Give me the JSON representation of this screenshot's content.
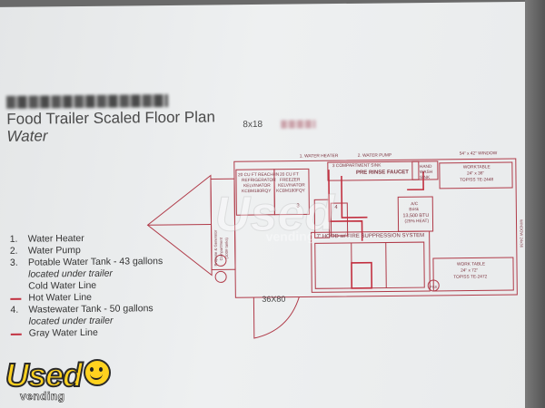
{
  "header": {
    "title": "Food Trailer Scaled Floor Plan",
    "subtitle": "Water",
    "dimensions": "8x18"
  },
  "legend": [
    {
      "num": "1.",
      "label": "Water Heater",
      "style": "plain"
    },
    {
      "num": "2.",
      "label": "Water Pump",
      "style": "plain"
    },
    {
      "num": "3.",
      "label": "Potable Water Tank - 43 gallons",
      "style": "plain"
    },
    {
      "num": "",
      "label": "located under trailer",
      "style": "italic"
    },
    {
      "num": "",
      "label": "Cold Water Line",
      "style": "indent"
    },
    {
      "num": "",
      "label": "Hot Water Line",
      "style": "swatch"
    },
    {
      "num": "4.",
      "label": "Wastewater Tank - 50 gallons",
      "style": "plain"
    },
    {
      "num": "",
      "label": "located under trailer",
      "style": "italic"
    },
    {
      "num": "",
      "label": "Gray Water Line",
      "style": "swatch"
    }
  ],
  "plan": {
    "label_water_heater": "1. WATER HEATER",
    "label_water_pump": "2. WATER PUMP",
    "label_window": "54\" x 42\" WINDOW",
    "label_compartment": "3 COMPARTMENT SINK",
    "label_prerinse": "PRE RINSE FAUCET",
    "label_hand": "HAND",
    "label_wash": "WASH",
    "label_sink": "SINK",
    "label_worktable": "WORKTABLE",
    "label_worktable_size": "24\" x 36\"",
    "label_worktable_model": "TOP/SS  TE-2448",
    "label_fridge_1": "20 CU FT REACH-IN",
    "label_fridge_2": "REFRIGERATOR",
    "label_fridge_3": "KELVINATOR",
    "label_fridge_4": "KCBM180RQY",
    "label_freezer_1": "20 CU FT",
    "label_freezer_2": "FREEZER",
    "label_freezer_3": "KELVINATOR",
    "label_freezer_4": "KCBM180FQY",
    "label_ac_1": "A/C",
    "label_ac_2": "Brisk",
    "label_ac_3": "13,500 BTU",
    "label_ac_4": "(25% HEAT)",
    "label_hood": "7' HOOD w/ FIRE SUPPRESSION SYSTEM",
    "label_work_table": "WORK TABLE",
    "label_work_table_size": "24\" x 72\"",
    "label_work_table_model": "TOP/SS  TE-2472",
    "label_propane_1": "Propane & Generator",
    "label_propane_2": "Compartment",
    "label_propane_3": "(100# tanks)",
    "label_door": "36X80",
    "label_tank3": "3",
    "label_tank4": "4",
    "label_pss": "PSS",
    "label_side_window": "WINDOW 24x36"
  },
  "logo": {
    "word": "Used",
    "sub": "vending"
  },
  "watermark": {
    "word": "Used",
    "sub": "vending"
  },
  "colors": {
    "line_red": "#c23040",
    "paper": "#eaeced",
    "logo_yellow": "#ffd21f"
  }
}
